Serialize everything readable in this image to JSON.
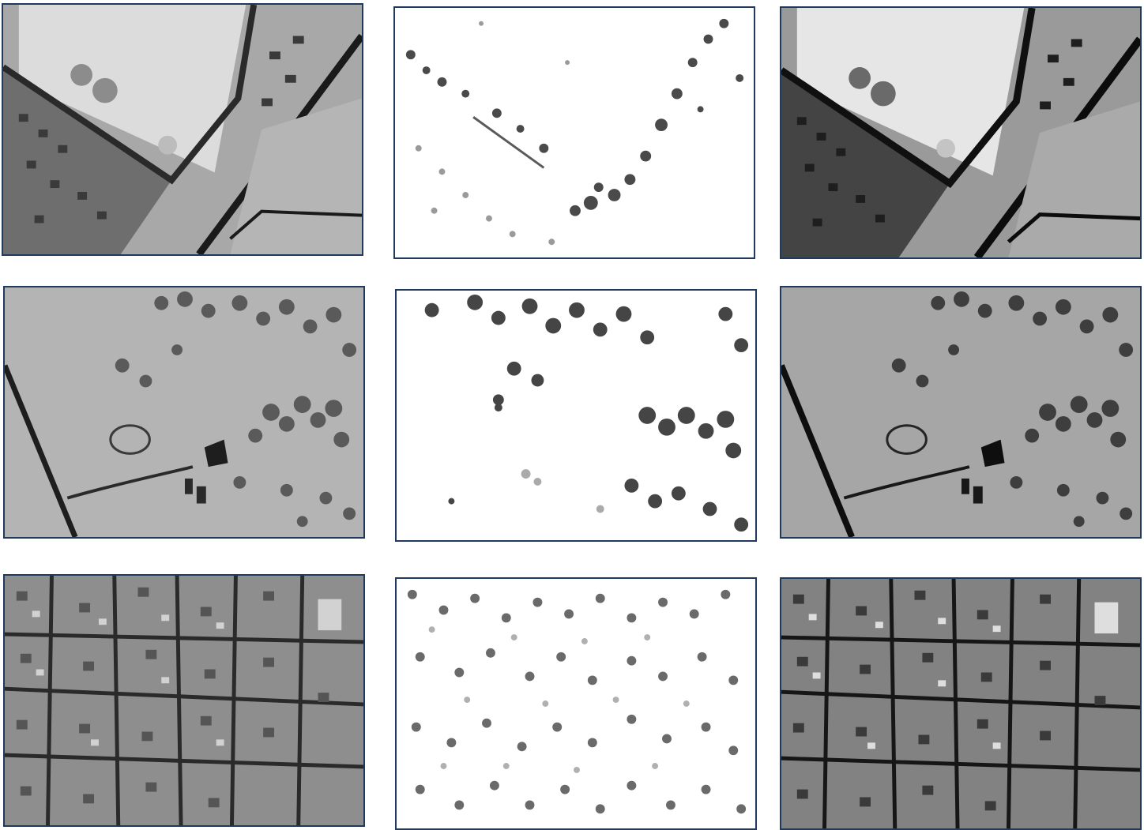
{
  "figure": {
    "rows": [
      {
        "id": "row-1",
        "scene": "suburban-park-with-ball-fields",
        "panels": [
          "original-grayscale",
          "tree-mask",
          "enhanced-grayscale"
        ]
      },
      {
        "id": "row-2",
        "scene": "open-land-with-tree-clusters",
        "panels": [
          "original-grayscale",
          "tree-mask",
          "enhanced-grayscale"
        ]
      },
      {
        "id": "row-3",
        "scene": "dense-residential-grid",
        "panels": [
          "original-grayscale",
          "tree-mask",
          "enhanced-grayscale"
        ]
      }
    ]
  },
  "colors": {
    "frame": "#1f3a5c",
    "background": "#ffffff"
  }
}
